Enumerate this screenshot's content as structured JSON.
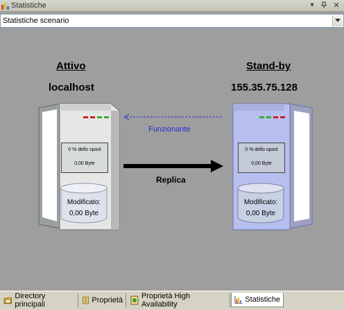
{
  "window": {
    "title": "Statistiche"
  },
  "dropdown": {
    "value": "Statistiche scenario"
  },
  "master": {
    "heading": "Attivo",
    "host": "localhost",
    "spool": "0 % dello spool",
    "bytes": "0,00 Byte",
    "modified_label": "Modificato:",
    "modified_value": "0,00 Byte"
  },
  "replica": {
    "heading": "Stand-by",
    "host": "155.35.75.128",
    "spool": "0 % dello spool",
    "bytes": "0,00 Byte",
    "modified_label": "Modificato:",
    "modified_value": "0,00 Byte"
  },
  "link": {
    "status_label": "Funzionante",
    "replica_label": "Replica"
  },
  "tabs": [
    {
      "label": "Directory principali",
      "icon": "directory-icon"
    },
    {
      "label": "Proprietà",
      "icon": "properties-icon"
    },
    {
      "label": "Proprietà High Availability",
      "icon": "ha-properties-icon"
    },
    {
      "label": "Statistiche",
      "icon": "statistics-icon",
      "active": true
    }
  ],
  "colors": {
    "background": "#9e9e9e",
    "master_server": "#e6e6e6",
    "replica_server": "#b6bff0",
    "status_link": "#1e2fd0"
  }
}
